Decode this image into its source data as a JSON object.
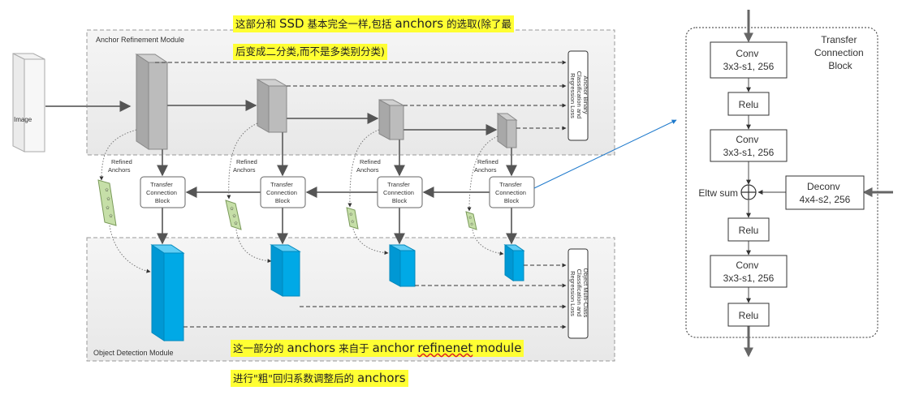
{
  "modules": {
    "arm_title": "Anchor Refinement Module",
    "odm_title": "Object Detection Module"
  },
  "input": {
    "label": "Image"
  },
  "tcb_label_lines": [
    "Transfer",
    "Connection",
    "Block"
  ],
  "refined_anchors_lines": [
    "Refined",
    "Anchors"
  ],
  "outputs": {
    "arm_loss_lines": [
      "Anchor Binary",
      "Classification and",
      "Regression Loss"
    ],
    "odm_loss_lines": [
      "Object Multi-Class",
      "Classification and",
      "Regression Loss"
    ]
  },
  "detail_block": {
    "title_lines": [
      "Transfer",
      "Connection",
      "Block"
    ],
    "conv1": [
      "Conv",
      "3x3-s1, 256"
    ],
    "relu1": "Relu",
    "conv2": [
      "Conv",
      "3x3-s1, 256"
    ],
    "eltw": "Eltw sum",
    "deconv": [
      "Deconv",
      "4x4-s2, 256"
    ],
    "relu2": "Relu",
    "conv3": [
      "Conv",
      "3x3-s1, 256"
    ],
    "relu3": "Relu"
  },
  "annotations": {
    "top_line1": {
      "a": "这部分和 ",
      "b": "SSD",
      "c": " 基本完全一样,包括 ",
      "d": "anchors",
      "e": " 的选取(除了最"
    },
    "top_line2": "后变成二分类,而不是多类别分类)",
    "bottom_line1": {
      "a": "这一部分的 ",
      "b": "anchors",
      "c": " 来自于 ",
      "d": "anchor",
      "e": "refinenet",
      "f": "module"
    },
    "bottom_line2": {
      "a": "进行\"粗\"回归系数调整后的 ",
      "b": "anchors"
    }
  },
  "colors": {
    "highlight": "#ffff33",
    "arm_feature": "#b7b7b7",
    "odm_feature": "#00a9e6",
    "anchor_patch": "#c6dfa8",
    "connector": "#1f7acc"
  }
}
